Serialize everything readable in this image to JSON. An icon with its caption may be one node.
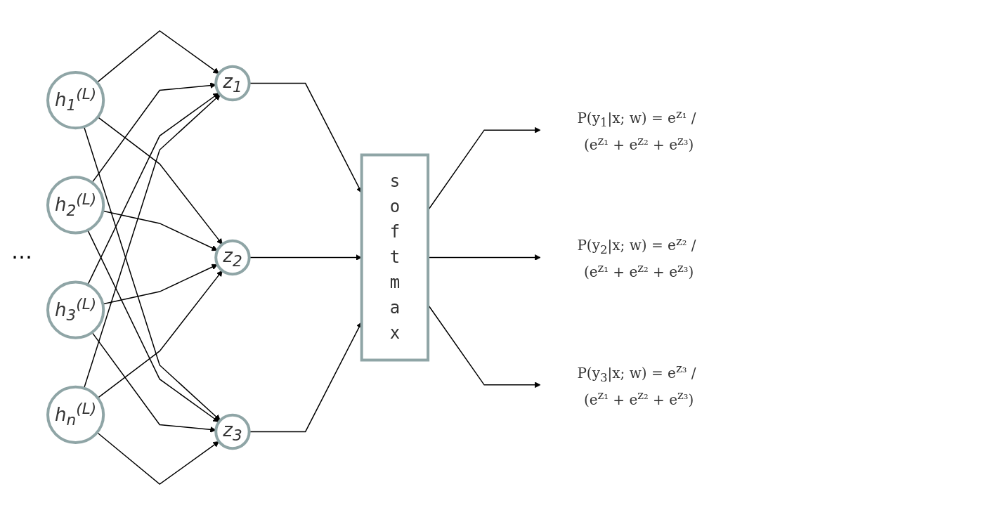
{
  "diagram": {
    "nodes": [
      {
        "text": [
          "h$_{1}$$^{(L)}$"
        ]
      },
      {
        "text": [
          "h$_{2}$$^{(L)}$"
        ]
      },
      {
        "text": [
          "h$_{3}$$^{(L)}$"
        ]
      },
      {
        "text": [
          "h$_{n}$$^{(L)}$"
        ]
      },
      {
        "text": [
          "z$_{1}$"
        ]
      },
      {
        "text": [
          "z$_{2}$"
        ]
      },
      {
        "text": [
          "z$_{3}$"
        ]
      },
      {
        "text": [
          "softmax"
        ]
      },
      {
        "text": [
          "P(y$_{1}$|x; w) = e$^{z₁}$ / (e$^{z₁}$ + e$^{z₂}$ + e$^{z₃}$)"
        ]
      },
      {
        "text": [
          "P(y$_{2}$|x; w) = e$^{z₂}$ / (e$^{z₁}$ + e$^{z₂}$ + e$^{z₃}$)"
        ]
      },
      {
        "text": [
          "P(y$_{3}$|x; w) = e$^{z₃}$ / (e$^{z₁}$ + e$^{z₂}$ + e$^{z₃}$)"
        ]
      }
    ],
    "edges": [
      {
        "from": 0,
        "to": 4,
        "arrow": "to"
      },
      {
        "from": 0,
        "to": 5,
        "arrow": "to"
      },
      {
        "from": 0,
        "to": 6,
        "arrow": "to"
      },
      {
        "from": 1,
        "to": 4,
        "arrow": "to"
      },
      {
        "from": 1,
        "to": 5,
        "arrow": "to"
      },
      {
        "from": 1,
        "to": 6,
        "arrow": "to"
      },
      {
        "from": 2,
        "to": 4,
        "arrow": "to"
      },
      {
        "from": 2,
        "to": 5,
        "arrow": "to"
      },
      {
        "from": 2,
        "to": 6,
        "arrow": "to"
      },
      {
        "from": 3,
        "to": 4,
        "arrow": "to"
      },
      {
        "from": 3,
        "to": 5,
        "arrow": "to"
      },
      {
        "from": 3,
        "to": 6,
        "arrow": "to"
      },
      {
        "from": 4,
        "to": 7,
        "arrow": "to"
      },
      {
        "from": 5,
        "to": 7,
        "arrow": "to"
      },
      {
        "from": 6,
        "to": 7,
        "arrow": "to"
      },
      {
        "from": 7,
        "to": 8,
        "arrow": "to"
      },
      {
        "from": 7,
        "to": 9,
        "arrow": "to"
      },
      {
        "from": 7,
        "to": 10,
        "arrow": "to"
      }
    ],
    "labels": [
      "…"
    ]
  }
}
